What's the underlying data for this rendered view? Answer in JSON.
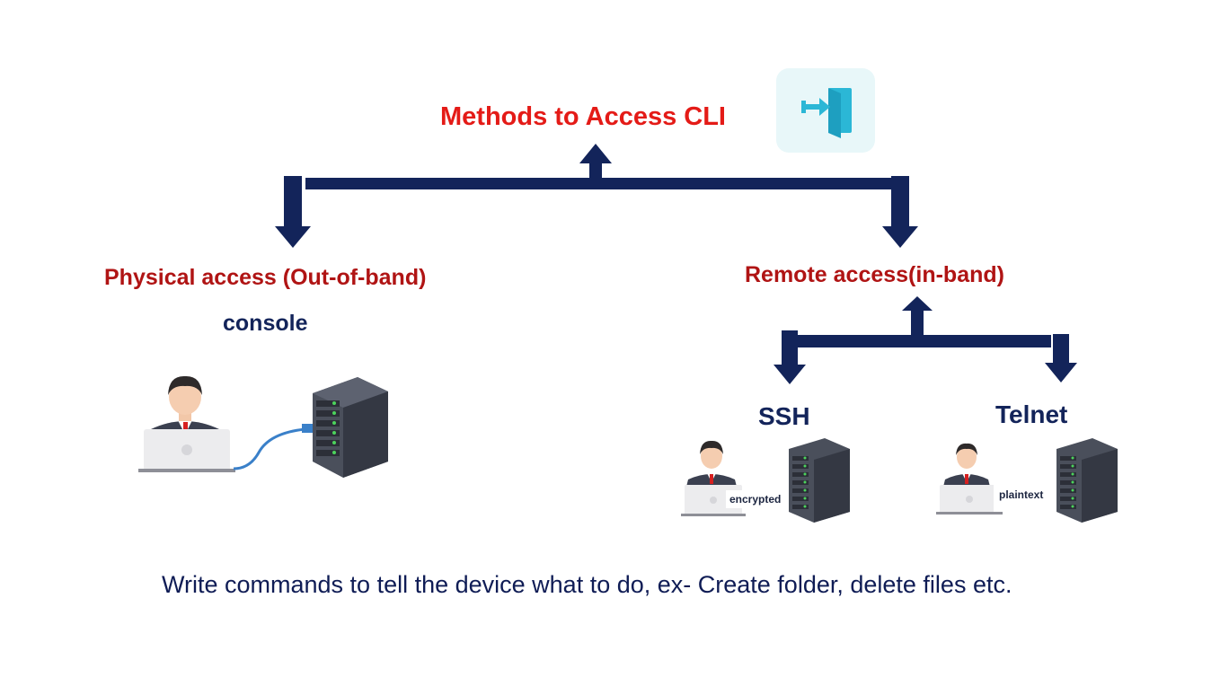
{
  "diagram": {
    "title": "Methods to Access CLI",
    "title_icon": "door-enter-icon",
    "physical": {
      "label": "Physical access (Out-of-band)",
      "method": "console"
    },
    "remote": {
      "label": "Remote access(in-band)",
      "ssh": {
        "label": "SSH",
        "tag": "encrypted"
      },
      "telnet": {
        "label": "Telnet",
        "tag": "plaintext"
      }
    },
    "caption": "Write commands to tell the device what to do, ex- Create folder, delete files etc.",
    "colors": {
      "title_red": "#e41b17",
      "label_red": "#b01414",
      "navy": "#13245a",
      "arrow": "#13245a",
      "icon_teal": "#2bb7d6"
    }
  }
}
